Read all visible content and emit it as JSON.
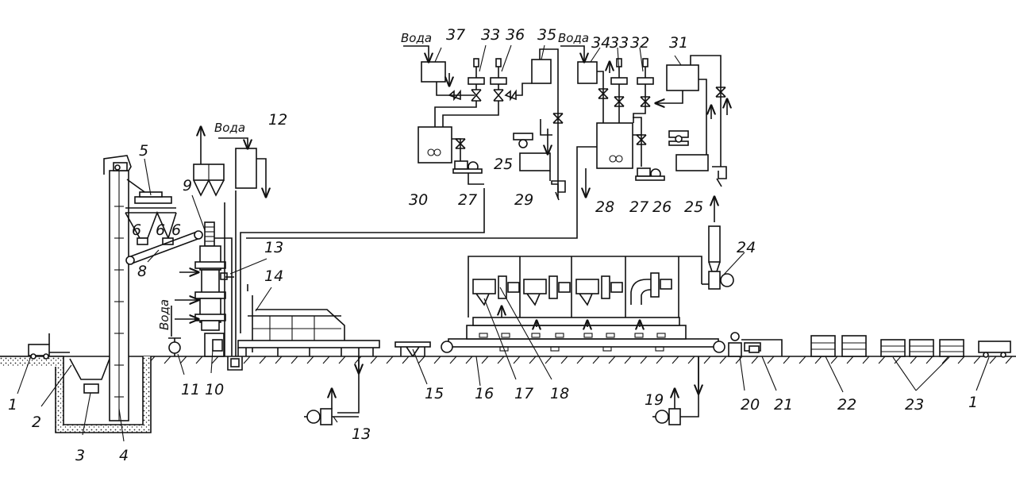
{
  "water_label": "Вода",
  "labels": {
    "n1": "1",
    "n1b": "1",
    "n2": "2",
    "n3": "3",
    "n4": "4",
    "n5": "5",
    "n6a": "6",
    "n6b": "6",
    "n6c": "6",
    "n8": "8",
    "n9": "9",
    "n10": "10",
    "n11": "11",
    "n12": "12",
    "n13a": "13",
    "n13b": "13",
    "n14": "14",
    "n15": "15",
    "n16": "16",
    "n17": "17",
    "n18": "18",
    "n19": "19",
    "n20": "20",
    "n21": "21",
    "n22": "22",
    "n23": "23",
    "n24": "24",
    "n25a": "25",
    "n25b": "25",
    "n26": "26",
    "n27a": "27",
    "n27b": "27",
    "n28": "28",
    "n29": "29",
    "n30": "30",
    "n31": "31",
    "n32": "32",
    "n33a": "33",
    "n33b": "33",
    "n34": "34",
    "n35": "35",
    "n36": "36",
    "n37": "37"
  }
}
